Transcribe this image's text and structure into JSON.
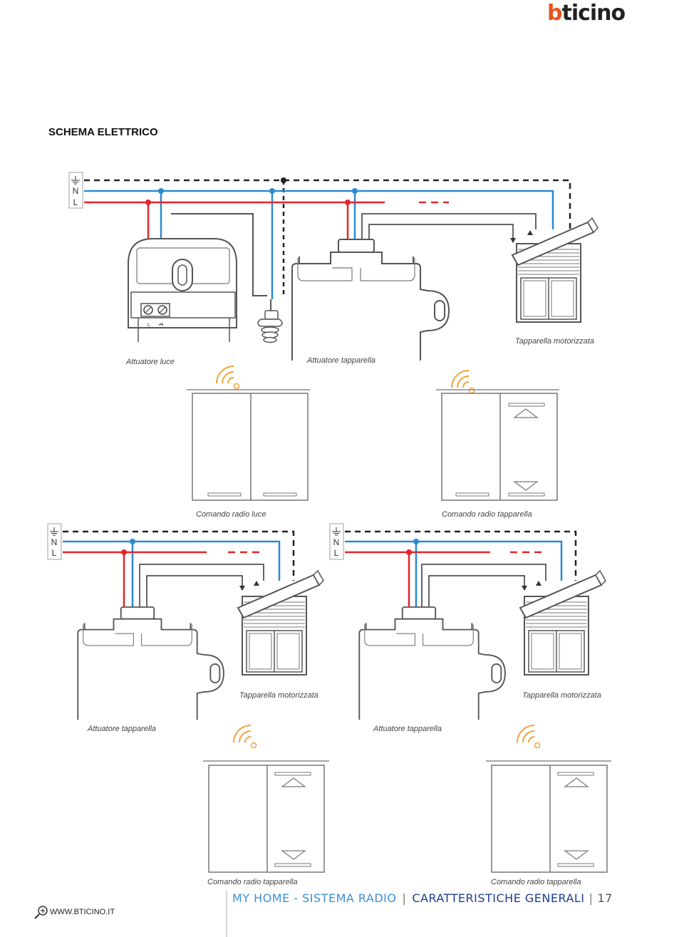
{
  "logo_text": "bticino",
  "section_title": "SCHEMA ELETTRICO",
  "labels": {
    "n": "N",
    "l": "L",
    "attuatore_luce": "Attuatore luce",
    "attuatore_tapparella": "Attuatore tapparella",
    "tapparella_motorizzata": "Tapparella motorizzata",
    "comando_radio_luce": "Comando radio luce",
    "comando_radio_tapparella": "Comando radio tapparella",
    "terminal_l": "L"
  },
  "footer": {
    "url": "WWW.BTICINO.IT",
    "title_left": "MY HOME - SISTEMA RADIO",
    "title_right": "CARATTERISTICHE GENERALI",
    "page_number": "17"
  },
  "colors": {
    "neutral": "#2a8ad0",
    "line": "#e3262c",
    "earth": "#222222",
    "radio": "#f2a33a",
    "device": "#555555",
    "brand": "#e8541d"
  }
}
